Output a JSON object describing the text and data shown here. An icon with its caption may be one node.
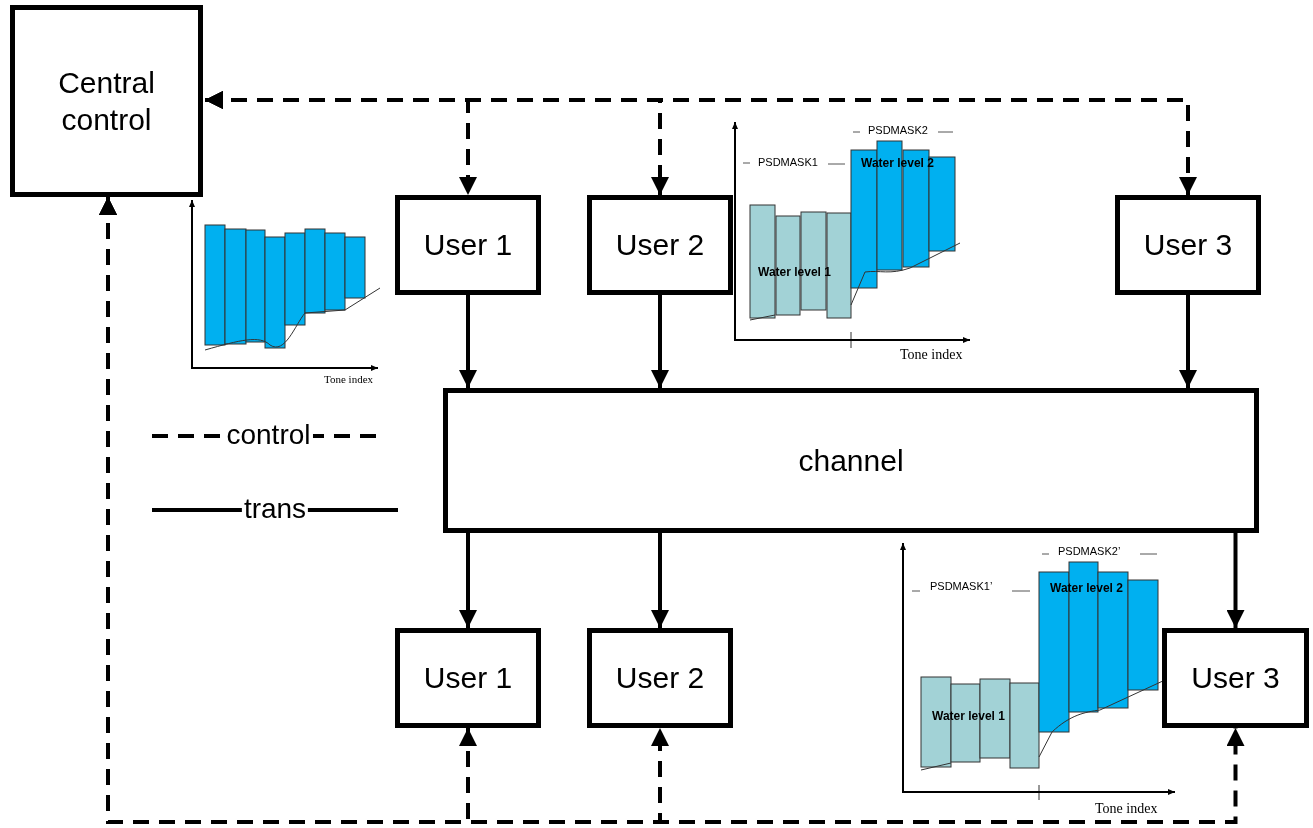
{
  "diagram": {
    "nodes": [
      {
        "text": [
          "Central control"
        ]
      },
      {
        "text": [
          "User 1"
        ]
      },
      {
        "text": [
          "User 2"
        ]
      },
      {
        "text": [
          "User 3"
        ]
      },
      {
        "text": [
          "channel"
        ]
      },
      {
        "text": [
          "User 1"
        ]
      },
      {
        "text": [
          "User 2"
        ]
      },
      {
        "text": [
          "User 3"
        ]
      }
    ],
    "edges": [
      {
        "from": 0,
        "to": 1,
        "arrow": "both",
        "style": "dashed"
      },
      {
        "from": 0,
        "to": 2,
        "arrow": "both",
        "style": "dashed"
      },
      {
        "from": 0,
        "to": 3,
        "arrow": "both",
        "style": "dashed"
      },
      {
        "from": 1,
        "to": 4,
        "arrow": "to"
      },
      {
        "from": 2,
        "to": 4,
        "arrow": "to"
      },
      {
        "from": 3,
        "to": 4,
        "arrow": "to"
      },
      {
        "from": 4,
        "to": 5,
        "arrow": "to"
      },
      {
        "from": 4,
        "to": 6,
        "arrow": "to"
      },
      {
        "from": 4,
        "to": 7,
        "arrow": "to"
      },
      {
        "from": 0,
        "to": 5,
        "arrow": "both",
        "style": "dashed"
      },
      {
        "from": 0,
        "to": 6,
        "arrow": "both",
        "style": "dashed"
      },
      {
        "from": 0,
        "to": 7,
        "arrow": "both",
        "style": "dashed"
      }
    ],
    "labels": [
      "Tone index",
      "PSDMASK2",
      "PSDMASK1",
      "Water level 2",
      "Water level 1",
      "Tone index",
      "PSDMASK2’",
      "PSDMASK1’",
      "Water level 2",
      "Water level 1",
      "Tone index"
    ],
    "legend": [
      {
        "text": "control"
      },
      {
        "text": "trans"
      }
    ]
  }
}
